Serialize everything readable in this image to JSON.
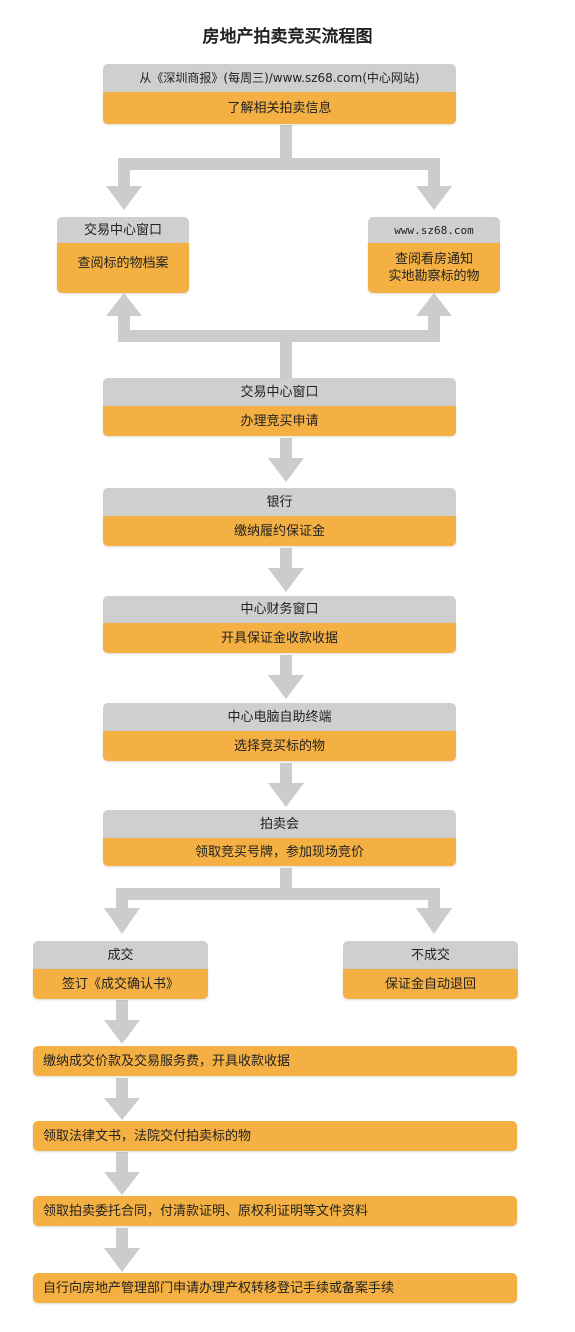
{
  "title": "房地产拍卖竞买流程图",
  "colors": {
    "gray_box": "#cfcfcf",
    "orange_box": "#f4b042",
    "arrow": "#cccccc"
  },
  "steps": {
    "s1": {
      "header": "从《深圳商报》(每周三)/www.sz68.com(中心网站)",
      "body": "了解相关拍卖信息"
    },
    "left_window": {
      "header": "交易中心窗口",
      "body": "查阅标的物档案"
    },
    "right_web": {
      "header": "www.sz68.com",
      "body_line1": "查阅看房通知",
      "body_line2": "实地勘察标的物"
    },
    "s2": {
      "header": "交易中心窗口",
      "body": "办理竞买申请"
    },
    "s3": {
      "header": "银行",
      "body": "缴纳履约保证金"
    },
    "s4": {
      "header": "中心财务窗口",
      "body": "开具保证金收款收据"
    },
    "s5": {
      "header": "中心电脑自助终端",
      "body": "选择竞买标的物"
    },
    "s6": {
      "header": "拍卖会",
      "body": "领取竞买号牌，参加现场竞价"
    },
    "deal": {
      "header": "成交",
      "body": "签订《成交确认书》"
    },
    "nodeal": {
      "header": "不成交",
      "body": "保证金自动退回"
    },
    "f1": "缴纳成交价款及交易服务费，开具收款收据",
    "f2": "领取法律文书，法院交付拍卖标的物",
    "f3": "领取拍卖委托合同，付清款证明、原权利证明等文件资料",
    "f4": "自行向房地产管理部门申请办理产权转移登记手续或备案手续"
  }
}
